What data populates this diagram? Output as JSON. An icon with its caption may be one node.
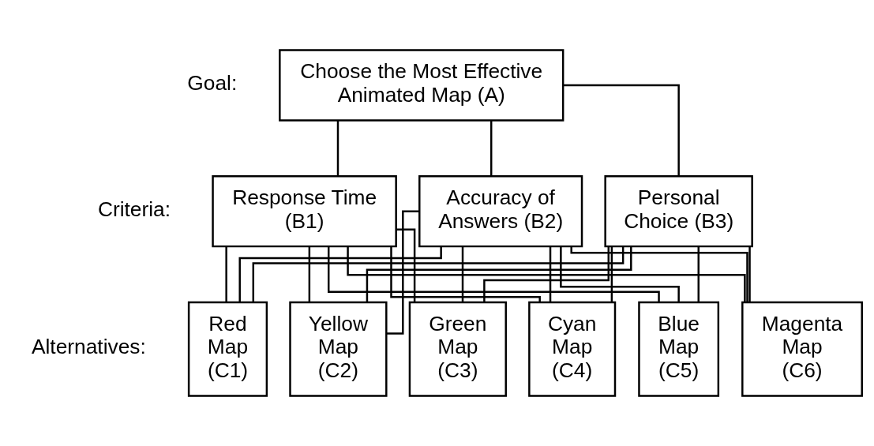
{
  "diagram": {
    "nodes": [
      {
        "text": [
          "Choose the Most Effective Animated Map (A)"
        ]
      },
      {
        "text": [
          "Response Time (B1)"
        ]
      },
      {
        "text": [
          "Accuracy of Answers (B2)"
        ]
      },
      {
        "text": [
          "Personal Choice (B3)"
        ]
      },
      {
        "text": [
          "Red Map (C1)"
        ]
      },
      {
        "text": [
          "Yellow Map (C2)"
        ]
      },
      {
        "text": [
          "Green Map (C3)"
        ]
      },
      {
        "text": [
          "Cyan Map (C4)"
        ]
      },
      {
        "text": [
          "Blue Map (C5)"
        ]
      },
      {
        "text": [
          "Magenta Map (C6)"
        ]
      }
    ],
    "edges": [
      {
        "from": 0,
        "to": 1,
        "arrow": "none"
      },
      {
        "from": 0,
        "to": 2,
        "arrow": "none"
      },
      {
        "from": 0,
        "to": 3,
        "arrow": "none"
      },
      {
        "from": 1,
        "to": 4,
        "arrow": "none"
      },
      {
        "from": 1,
        "to": 5,
        "arrow": "none"
      },
      {
        "from": 1,
        "to": 6,
        "arrow": "none"
      },
      {
        "from": 1,
        "to": 7,
        "arrow": "none"
      },
      {
        "from": 1,
        "to": 8,
        "arrow": "none"
      },
      {
        "from": 1,
        "to": 9,
        "arrow": "none"
      },
      {
        "from": 2,
        "to": 4,
        "arrow": "none"
      },
      {
        "from": 2,
        "to": 5,
        "arrow": "none"
      },
      {
        "from": 2,
        "to": 6,
        "arrow": "none"
      },
      {
        "from": 2,
        "to": 7,
        "arrow": "none"
      },
      {
        "from": 2,
        "to": 8,
        "arrow": "none"
      },
      {
        "from": 2,
        "to": 9,
        "arrow": "none"
      },
      {
        "from": 3,
        "to": 4,
        "arrow": "none"
      },
      {
        "from": 3,
        "to": 5,
        "arrow": "none"
      },
      {
        "from": 3,
        "to": 6,
        "arrow": "none"
      },
      {
        "from": 3,
        "to": 7,
        "arrow": "none"
      },
      {
        "from": 3,
        "to": 8,
        "arrow": "none"
      },
      {
        "from": 3,
        "to": 9,
        "arrow": "none"
      }
    ],
    "labels": [
      "Goal:",
      "Criteria:",
      "Alternatives:"
    ]
  }
}
